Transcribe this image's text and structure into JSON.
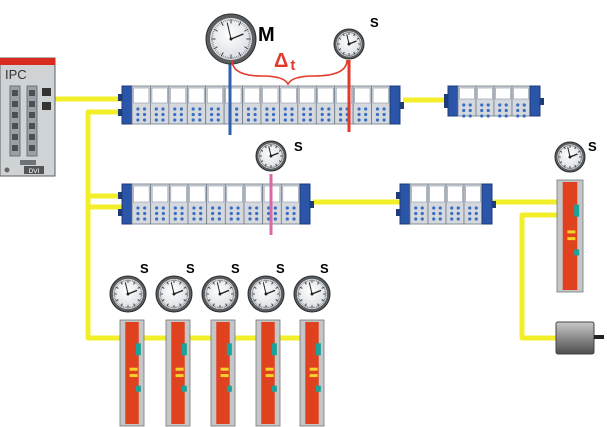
{
  "ipc": {
    "title": "IPC",
    "port_label": "DVI"
  },
  "labels": {
    "master": "M",
    "slave": "S",
    "delta": "Δ",
    "delta_sub": "t"
  },
  "colors": {
    "ethercat_cable": "#f2ef2a",
    "master_marker": "#2e5fb0",
    "slave_marker": "#e23a2a",
    "slave_marker_secondary": "#d66aa6",
    "delta_annotation": "#e23a2a",
    "terminal_blue": "#2a55a8",
    "drive_red": "#e0421f"
  },
  "icons": {
    "clock": "clock-icon",
    "servo_drive": "servo-drive-icon",
    "motor": "motor-icon",
    "ipc": "industrial-pc-icon"
  }
}
